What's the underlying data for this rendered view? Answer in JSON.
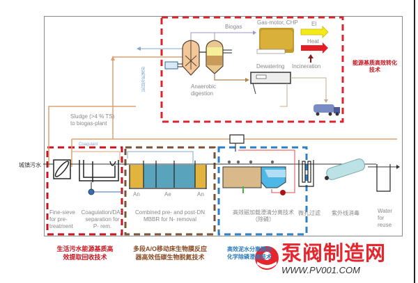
{
  "diagram": {
    "energy_section": {
      "biogas": "Biogas",
      "gas_motor": "Gas-motor, CHP",
      "el": "El",
      "heat": "Heat",
      "incineration": "Incineration",
      "dewatering": "Dewatering",
      "anaerobic_line1": "Anaerobic",
      "anaerobic_line2": "digestion",
      "tech_line1": "能源基质高效转化",
      "tech_line2": "技术",
      "vertical_label": "厌氧消化回流"
    },
    "sludge_line1": "Sludge (>4 % TS)",
    "sludge_line2": "to biogas-plant",
    "coagulant": "Coagulant",
    "inlet": "城镇污水",
    "stages": {
      "fine_sieve": [
        "Fine-sieve",
        "for pre-",
        "treatment"
      ],
      "coagulation": [
        "Coagulation/DAF",
        "separation for",
        "P- rem."
      ],
      "mbbr": [
        "Combined pre- and post-DN",
        "MBBR for N- removal"
      ],
      "mbbr_zones": [
        "An",
        "Ae",
        "An"
      ],
      "sedimentation": [
        "高效磁加载澄清分离技术",
        "（除磷）"
      ],
      "microfilter": "微孔过滤",
      "uv": "紫外线消毒",
      "reuse": [
        "Water",
        "for",
        "reuse"
      ]
    },
    "captions": {
      "red": [
        "生活污水能源基质高",
        "效提取回收技术"
      ],
      "brown": [
        "多段A/O移动床生物膜反应",
        "器高效低碳生物脱氮技术"
      ],
      "blue": [
        "高效泥水分离耦合",
        "化学除磷澄清技术"
      ]
    },
    "logo": {
      "name": "泵阀制造网",
      "url": "WWW.PV001.COM"
    },
    "colors": {
      "red_dash": "#d9242b",
      "brown_dash": "#7a5236",
      "blue_dash": "#2d7fc3",
      "sludge_line": "#e0a070",
      "logo_red": "#e6262d"
    }
  }
}
